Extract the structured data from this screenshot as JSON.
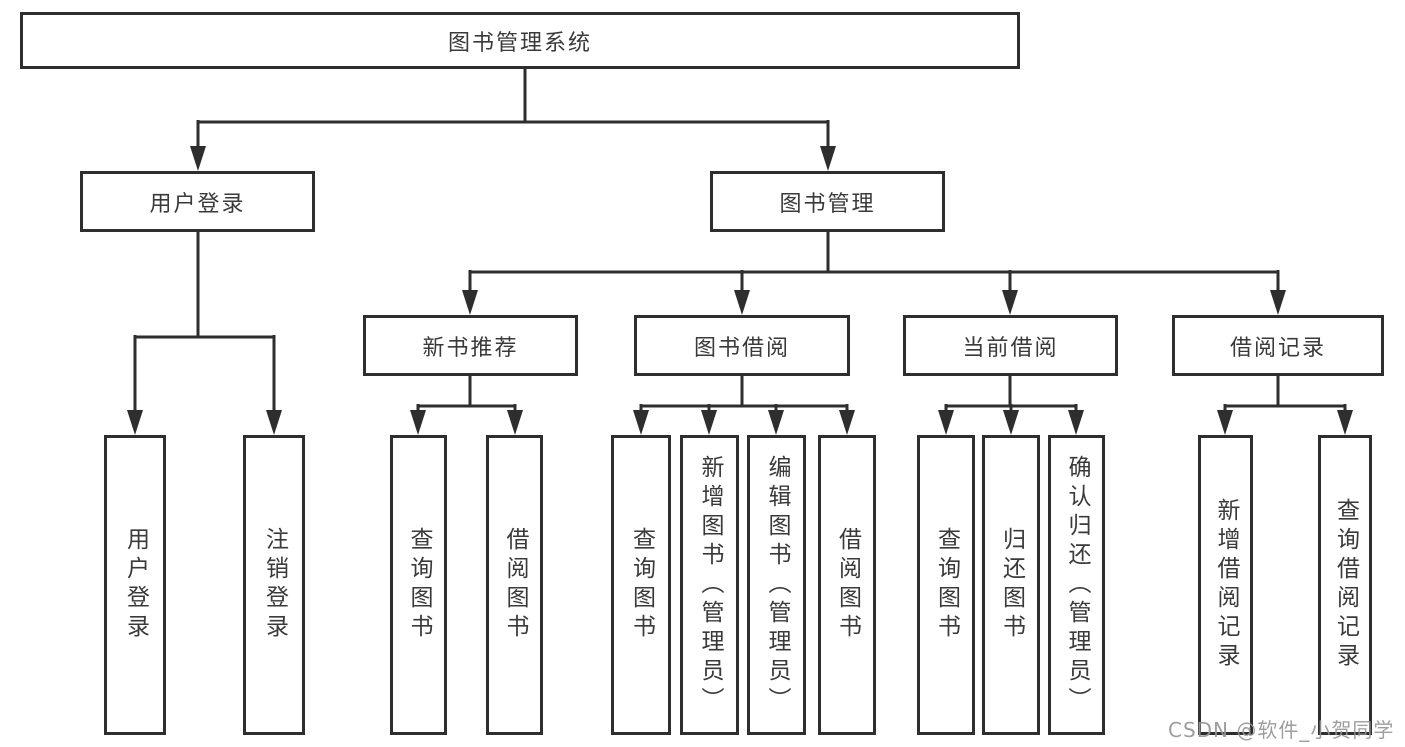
{
  "colors": {
    "line": "#2e2e2e",
    "box_border": "#2e2e2e",
    "box_background": "#ffffff",
    "text": "#3a3a3a",
    "watermark": "#969696"
  },
  "watermark": {
    "text": "CSDN @软件_小贺同学"
  },
  "tree": {
    "label": "图书管理系统",
    "children": [
      {
        "label": "用户登录",
        "children": [
          {
            "label": "用户登录"
          },
          {
            "label": "注销登录"
          }
        ]
      },
      {
        "label": "图书管理",
        "children": [
          {
            "label": "新书推荐",
            "children": [
              {
                "label": "查询图书"
              },
              {
                "label": "借阅图书"
              }
            ]
          },
          {
            "label": "图书借阅",
            "children": [
              {
                "label": "查询图书"
              },
              {
                "label": "新增图书（管理员）"
              },
              {
                "label": "编辑图书（管理员）"
              },
              {
                "label": "借阅图书"
              }
            ]
          },
          {
            "label": "当前借阅",
            "children": [
              {
                "label": "查询图书"
              },
              {
                "label": "归还图书"
              },
              {
                "label": "确认归还（管理员）"
              }
            ]
          },
          {
            "label": "借阅记录",
            "children": [
              {
                "label": "新增借阅记录"
              },
              {
                "label": "查询借阅记录"
              }
            ]
          }
        ]
      }
    ]
  }
}
